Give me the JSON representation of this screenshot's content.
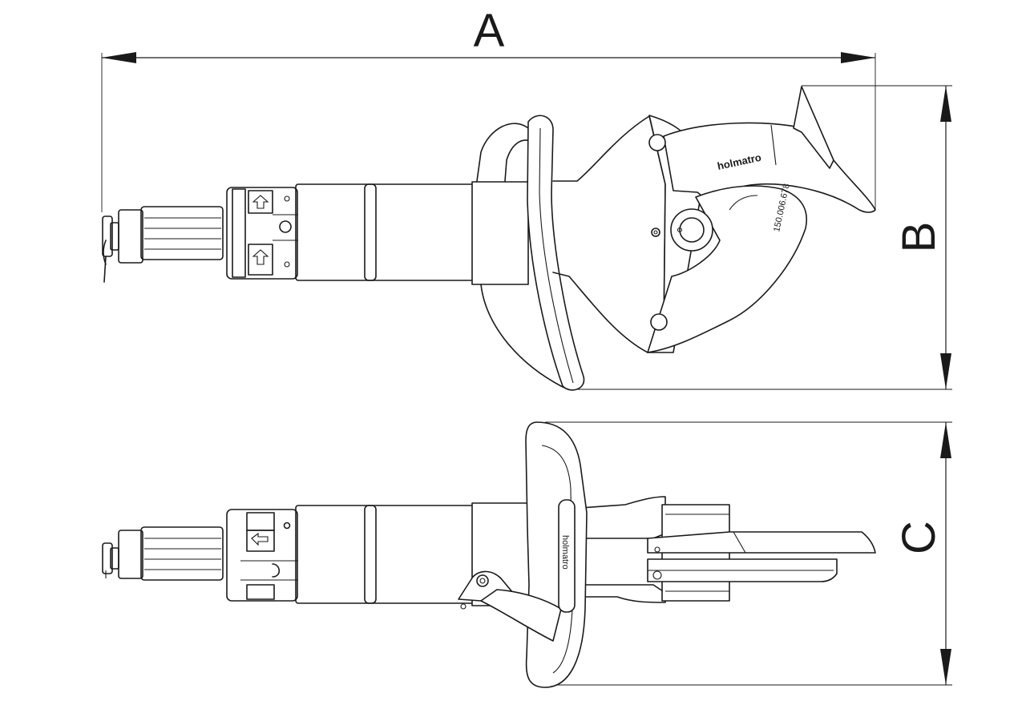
{
  "dimensions": {
    "a": "A",
    "b": "B",
    "c": "C"
  },
  "tool_markings": {
    "brand": "holmatro",
    "serial": "150.006.678"
  },
  "colors": {
    "line": "#1a1a1a",
    "background": "#ffffff"
  }
}
